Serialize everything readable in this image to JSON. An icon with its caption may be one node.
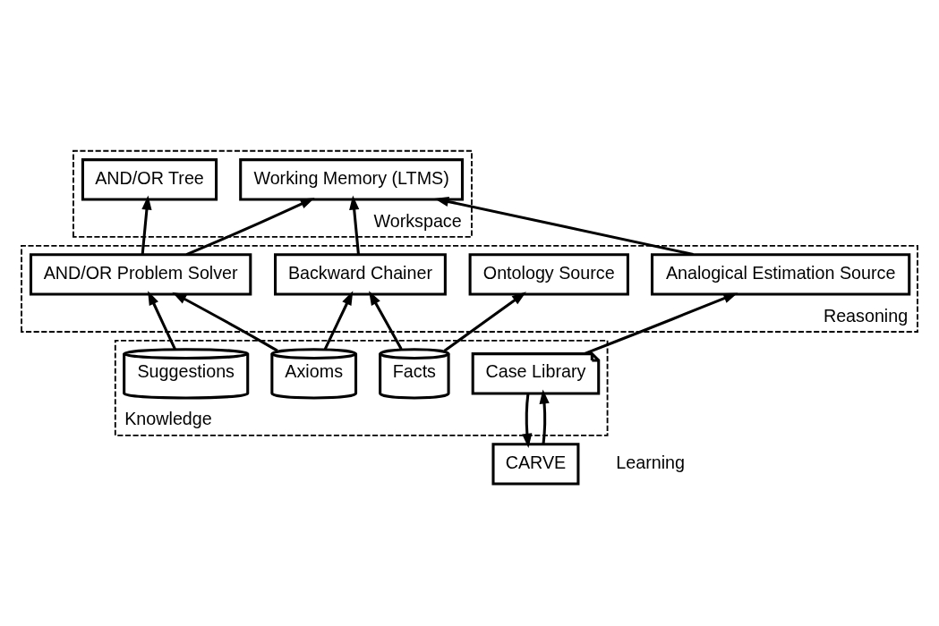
{
  "diagram": {
    "nodes": [
      {
        "text": [
          "Workspace"
        ]
      },
      {
        "text": [
          "Working Memory (LTMS)"
        ],
        "in": 0
      },
      {
        "text": [
          "AND/OR Tree"
        ],
        "in": 0
      },
      {
        "text": [
          "Reasoning"
        ]
      },
      {
        "text": [
          "Analogical Estimation Source"
        ],
        "in": 3
      },
      {
        "text": [
          "Ontology Source"
        ],
        "in": 3
      },
      {
        "text": [
          "Backward Chainer"
        ],
        "in": 3
      },
      {
        "text": [
          "AND/OR Problem Solver"
        ],
        "in": 3
      },
      {
        "text": [
          "Knowledge"
        ]
      },
      {
        "text": [
          "Case Library"
        ],
        "in": 8
      },
      {
        "text": [
          "Facts"
        ],
        "in": 8
      },
      {
        "text": [
          "Axioms"
        ],
        "in": 8
      },
      {
        "text": [
          "Suggestions"
        ],
        "in": 8
      },
      {
        "text": [
          "CARVE"
        ]
      }
    ],
    "edges": [
      {
        "from": 4,
        "to": 1,
        "arrow": "to"
      },
      {
        "from": 6,
        "to": 1,
        "arrow": "to"
      },
      {
        "from": 7,
        "to": 1,
        "arrow": "to"
      },
      {
        "from": 7,
        "to": 2,
        "arrow": "to"
      },
      {
        "from": 9,
        "to": 4,
        "arrow": "to"
      },
      {
        "from": 10,
        "to": 5,
        "arrow": "to"
      },
      {
        "from": 10,
        "to": 6,
        "arrow": "to"
      },
      {
        "from": 11,
        "to": 6,
        "arrow": "to"
      },
      {
        "from": 11,
        "to": 7,
        "arrow": "to"
      },
      {
        "from": 12,
        "to": 7,
        "arrow": "to"
      },
      {
        "from": 9,
        "to": 13,
        "arrow": "to"
      },
      {
        "from": 13,
        "to": 9,
        "arrow": "to"
      }
    ],
    "labels": [
      "Learning"
    ]
  }
}
